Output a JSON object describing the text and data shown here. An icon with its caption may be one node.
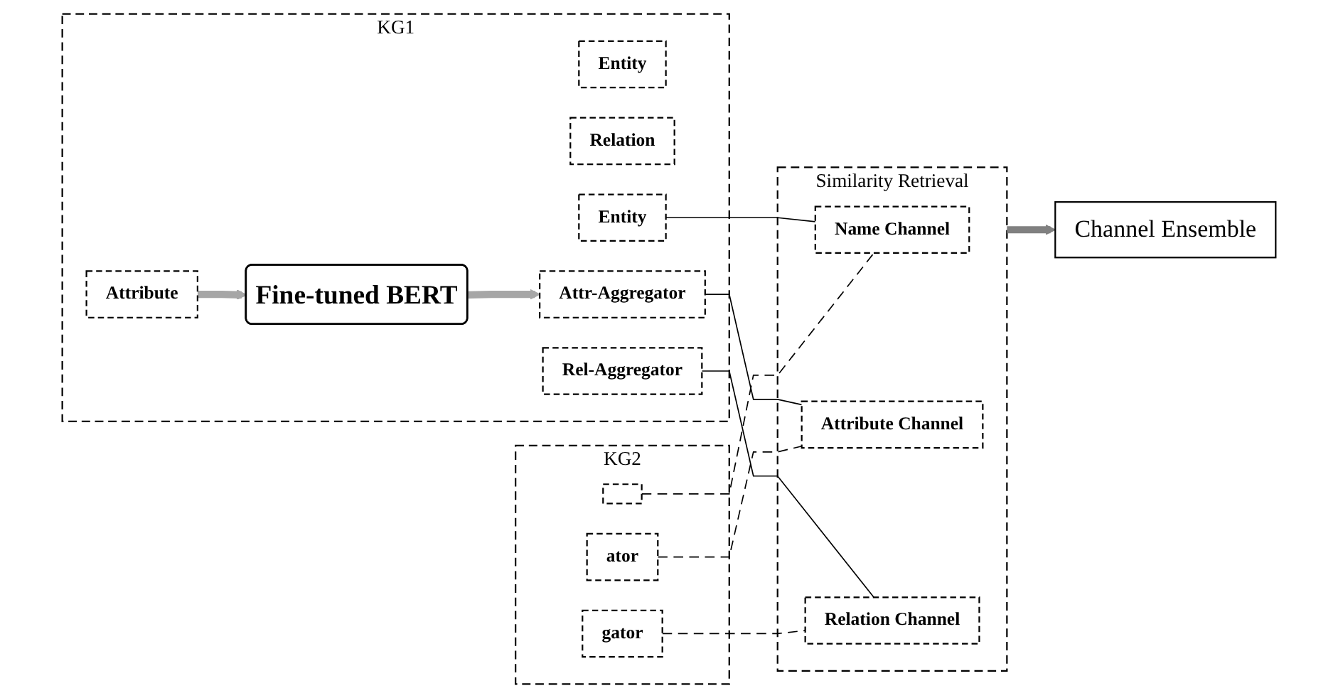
{
  "diagram": {
    "nodes": [
      {
        "text": [
          "KG2"
        ]
      },
      {
        "text": [],
        "shape": "box",
        "in": 0
      },
      {
        "text": [
          "ator"
        ],
        "in": 0
      },
      {
        "text": [
          "gator"
        ],
        "in": 0
      },
      {
        "text": [
          "KG1"
        ]
      },
      {
        "text": [
          "Entity"
        ],
        "in": 4
      },
      {
        "text": [
          "Attribute"
        ],
        "in": 4
      },
      {
        "text": [
          "Relation"
        ],
        "in": 4
      },
      {
        "text": [
          "Fine-tuned BERT"
        ],
        "in": 4
      },
      {
        "text": [
          "Entity"
        ],
        "in": 4
      },
      {
        "text": [
          "Attr-Aggregator"
        ],
        "in": 4
      },
      {
        "text": [
          "Rel-Aggregator"
        ],
        "in": 4
      },
      {
        "text": [
          "Similarity Retrieval"
        ]
      },
      {
        "text": [
          "Name Channel"
        ],
        "in": 12
      },
      {
        "text": [
          "Attribute Channel"
        ],
        "in": 12
      },
      {
        "text": [
          "Relation Channel"
        ],
        "in": 12
      },
      {
        "text": [
          "Channel Ensemble"
        ]
      }
    ],
    "edges": [
      {
        "from": 6,
        "to": 8,
        "arrow": "to",
        "style": "thick",
        "color": "#a6a6a6"
      },
      {
        "from": 8,
        "to": 10,
        "arrow": "to",
        "style": "thick",
        "color": "#a6a6a6"
      },
      {
        "from": 9,
        "to": 13,
        "arrow": "none"
      },
      {
        "from": 1,
        "to": 13,
        "arrow": "none",
        "style": "dashed"
      },
      {
        "from": 10,
        "to": 14,
        "arrow": "none"
      },
      {
        "from": 2,
        "to": 14,
        "arrow": "none",
        "style": "dashed"
      },
      {
        "from": 11,
        "to": 15,
        "arrow": "none"
      },
      {
        "from": 3,
        "to": 15,
        "arrow": "none",
        "style": "dashed"
      },
      {
        "from": 12,
        "to": 16,
        "arrow": "to",
        "style": "thick",
        "color": "#808080"
      }
    ]
  }
}
